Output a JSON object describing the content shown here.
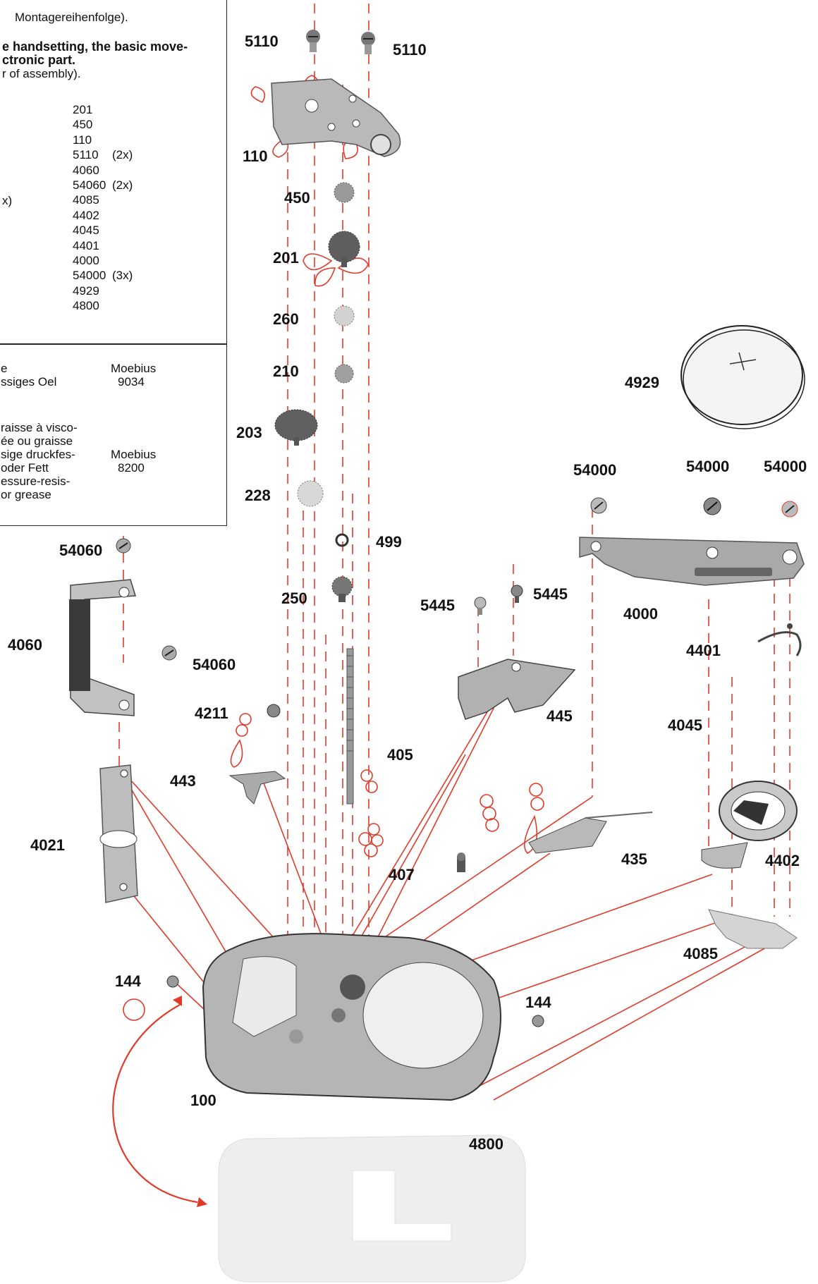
{
  "instructions": {
    "line1": "Montagereihenfolge).",
    "line2": "e handsetting, the basic move-",
    "line3": "ctronic part.",
    "line4": "r of assembly).",
    "partial_x": "x)"
  },
  "sequence": [
    {
      "part": "201",
      "qty": ""
    },
    {
      "part": "450",
      "qty": ""
    },
    {
      "part": "110",
      "qty": ""
    },
    {
      "part": "5110",
      "qty": "(2x)"
    },
    {
      "part": "4060",
      "qty": ""
    },
    {
      "part": "54060",
      "qty": "(2x)"
    },
    {
      "part": "4085",
      "qty": ""
    },
    {
      "part": "4402",
      "qty": ""
    },
    {
      "part": "4045",
      "qty": ""
    },
    {
      "part": "4401",
      "qty": ""
    },
    {
      "part": "4000",
      "qty": ""
    },
    {
      "part": "54000",
      "qty": "(3x)"
    },
    {
      "part": "4929",
      "qty": ""
    },
    {
      "part": "4800",
      "qty": ""
    }
  ],
  "lubricants": {
    "oil_line1": "e",
    "oil_line2": "ssiges Oel",
    "oil_brand": "Moebius",
    "oil_code": "9034",
    "grease_lines": [
      "raisse à visco-",
      "ée ou graisse",
      "sige druckfes-",
      "oder Fett",
      "essure-resis-",
      "or grease"
    ],
    "grease_brand": "Moebius",
    "grease_code": "8200"
  },
  "part_labels": [
    {
      "text": "5110",
      "id": "5110-left"
    },
    {
      "text": "5110",
      "id": "5110-right"
    },
    {
      "text": "110",
      "id": "110"
    },
    {
      "text": "450",
      "id": "450"
    },
    {
      "text": "201",
      "id": "201"
    },
    {
      "text": "260",
      "id": "260"
    },
    {
      "text": "210",
      "id": "210"
    },
    {
      "text": "203",
      "id": "203"
    },
    {
      "text": "228",
      "id": "228"
    },
    {
      "text": "499",
      "id": "499"
    },
    {
      "text": "250",
      "id": "250"
    },
    {
      "text": "5445",
      "id": "5445-left"
    },
    {
      "text": "5445",
      "id": "5445-right"
    },
    {
      "text": "4929",
      "id": "4929"
    },
    {
      "text": "54000",
      "id": "54000-a"
    },
    {
      "text": "54000",
      "id": "54000-b"
    },
    {
      "text": "54000",
      "id": "54000-c"
    },
    {
      "text": "4000",
      "id": "4000"
    },
    {
      "text": "4401",
      "id": "4401"
    },
    {
      "text": "4045",
      "id": "4045"
    },
    {
      "text": "54060",
      "id": "54060-top"
    },
    {
      "text": "4060",
      "id": "4060"
    },
    {
      "text": "54060",
      "id": "54060-mid"
    },
    {
      "text": "4211",
      "id": "4211"
    },
    {
      "text": "405",
      "id": "405"
    },
    {
      "text": "445",
      "id": "445"
    },
    {
      "text": "443",
      "id": "443"
    },
    {
      "text": "435",
      "id": "435"
    },
    {
      "text": "4402",
      "id": "4402"
    },
    {
      "text": "4021",
      "id": "4021"
    },
    {
      "text": "407",
      "id": "407"
    },
    {
      "text": "4085",
      "id": "4085"
    },
    {
      "text": "144",
      "id": "144-left"
    },
    {
      "text": "144",
      "id": "144-right"
    },
    {
      "text": "100",
      "id": "100"
    },
    {
      "text": "4800",
      "id": "4800"
    }
  ],
  "colors": {
    "guide": "#e23a2a",
    "part": "#8a8a8a",
    "part_dark": "#444444",
    "text": "#111111"
  }
}
